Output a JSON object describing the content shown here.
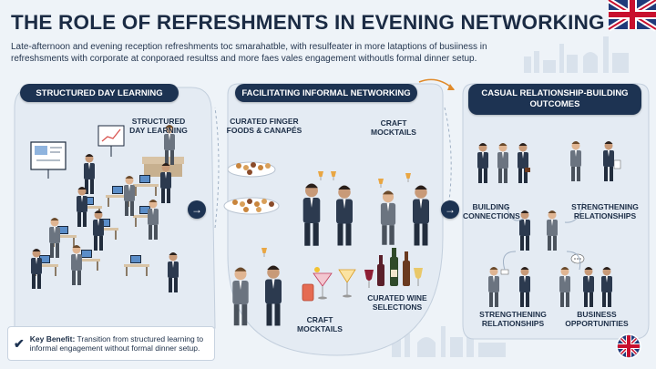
{
  "title": "THE ROLE OF REFRESHMENTS IN EVENING NETWORKING",
  "subtitle": "Late-afternoon and evening reception refreshments toc smarahatble, with resulfeater in more lataptions of busiiness in refreshsments with corporate at conporaed resultss and more faes vales engagement withoutls formal dinner setup.",
  "panels": {
    "left_header": "STRUCTURED DAY LEARNING",
    "middle_header": "FACILITATING INFORMAL NETWORKING",
    "right_header": "CASUAL RELATIONSHIP-BUILDING OUTCOMES"
  },
  "labels": {
    "structured_day": "STRUCTURED DAY LEARNING",
    "finger_foods": "CURATED FINGER FOODS & CANAPÉS",
    "craft_mocktails_top": "CRAFT MOCKTAILS",
    "craft_mocktails_bottom": "CRAFT MOCKTAILS",
    "curated_wine": "CURATED WINE SELECTIONS",
    "building_connections": "BUILDING CONNECTIONS",
    "strengthening_top": "STRENGTHENING RELATIONSHIPS",
    "strengthening_bottom": "STRENGTHENING RELATIONSHIPS",
    "business_opportunities": "BUSINESS OPPORTUNITIES"
  },
  "benefit": {
    "heading": "Key Benefit:",
    "text": "Transition from structured learning to informal engagement without formal dinner setup."
  },
  "icons": {
    "arrow": "→",
    "check": "✔"
  },
  "colors": {
    "navy": "#1d3352",
    "background": "#eef3f8",
    "suit_dark": "#2c3a4f",
    "suit_grey": "#6b7480",
    "accent_red": "#c8102e"
  }
}
